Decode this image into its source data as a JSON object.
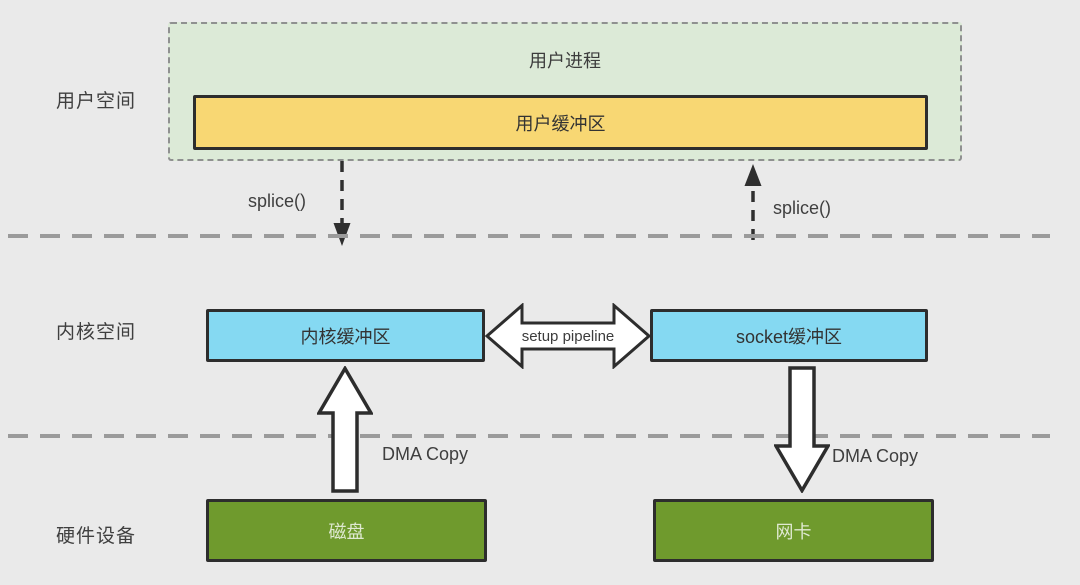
{
  "diagram": {
    "title_semantic": "splice zero-copy data flow diagram"
  },
  "sections": {
    "user_space_label": "用户空间",
    "kernel_space_label": "内核空间",
    "hardware_label": "硬件设备"
  },
  "user_space": {
    "process_label": "用户进程",
    "buffer_label": "用户缓冲区"
  },
  "kernel_space": {
    "kernel_buffer_label": "内核缓冲区",
    "socket_buffer_label": "socket缓冲区",
    "pipeline_label": "setup pipeline"
  },
  "hardware": {
    "disk_label": "磁盘",
    "nic_label": "网卡"
  },
  "arrows": {
    "splice_left_label": "splice()",
    "splice_right_label": "splice()",
    "dma_left_label": "DMA Copy",
    "dma_right_label": "DMA Copy"
  },
  "colors": {
    "background": "#eaeaea",
    "user_process_fill": "#dcead7",
    "user_buffer_fill": "#f8d773",
    "kernel_buffer_fill": "#85d9f2",
    "hardware_fill": "#6f9a2d",
    "box_border": "#2d2d2d",
    "dashed_border": "#8f9090",
    "divider_dash": "#9b9b9b",
    "arrow_fill": "#ffffff",
    "text_dark": "#3c3c3c"
  }
}
